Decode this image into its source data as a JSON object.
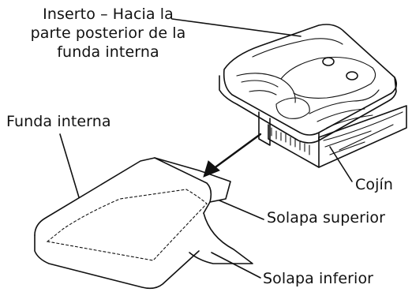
{
  "labels": {
    "insert_line1": "Inserto – Hacia la",
    "insert_line2": "parte posterior de la",
    "insert_line3": "funda interna",
    "inner_cover": "Funda interna",
    "cushion": "Cojín",
    "top_flap": "Solapa superior",
    "bottom_flap": "Solapa inferior"
  }
}
